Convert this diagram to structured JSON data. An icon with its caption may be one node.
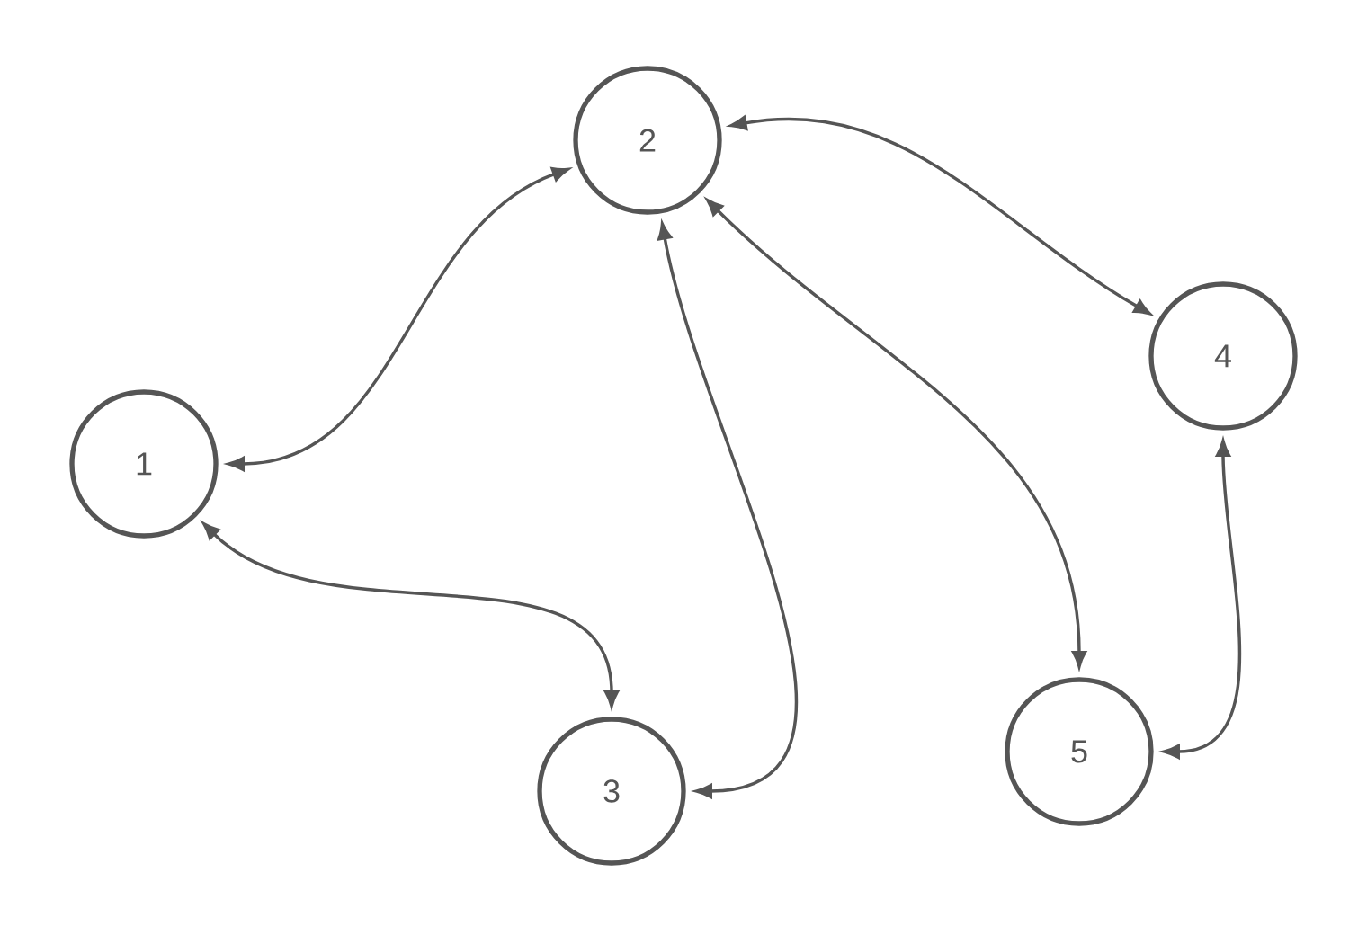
{
  "diagram": {
    "nodes": [
      {
        "text": [
          "1"
        ]
      },
      {
        "text": [
          "2"
        ]
      },
      {
        "text": [
          "3"
        ]
      },
      {
        "text": [
          "4"
        ]
      },
      {
        "text": [
          "5"
        ]
      }
    ],
    "edges": [
      {
        "from": 0,
        "to": 1,
        "arrow": "both"
      },
      {
        "from": 0,
        "to": 2,
        "arrow": "both"
      },
      {
        "from": 1,
        "to": 2,
        "arrow": "both"
      },
      {
        "from": 1,
        "to": 3,
        "arrow": "both"
      },
      {
        "from": 1,
        "to": 4,
        "arrow": "both"
      },
      {
        "from": 3,
        "to": 4,
        "arrow": "both"
      }
    ]
  }
}
